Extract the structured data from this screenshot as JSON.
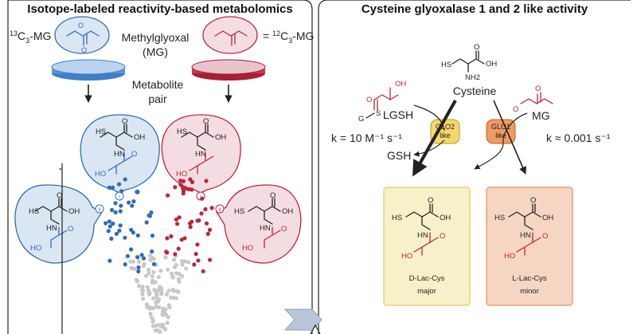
{
  "colors": {
    "blue": "#2f6db3",
    "red": "#b7283c",
    "bubble_blue": "#dbe6f3",
    "bubble_red": "#f4dde2",
    "yellow_box": "#f8f0c8",
    "orange_box": "#f6d6c3",
    "grey_dot": "#c8c8c8"
  },
  "left_panel": {
    "title": "Isotope-labeled reactivity-based metabolomics",
    "label_13c": "13C3-MG =",
    "label_12c": "= 12C3-MG",
    "methylglyoxal": "Methylglyoxal",
    "mg_abbrev": "(MG)",
    "metabolite": "Metabolite",
    "pair": "pair",
    "markers": [
      "I",
      "II",
      "I",
      "II"
    ]
  },
  "right_panel": {
    "title": "Cysteine glyoxalase 1 and 2 like activity",
    "cysteine": "Cysteine",
    "lgsh": "LGSH",
    "mg": "MG",
    "gsh": "GSH",
    "glo2": [
      "GLO2",
      "like"
    ],
    "glo1": [
      "GLO1",
      "like"
    ],
    "rate_left": "k = 10 M⁻¹ s⁻¹",
    "rate_right": "k ≈ 0.001 s⁻¹",
    "product_d": "D-Lac-Cys",
    "product_d_sub": "major",
    "product_l": "L-Lac-Cys",
    "product_l_sub": "minor"
  },
  "chem": {
    "hs": "HS",
    "oh": "OH",
    "ho": "HO",
    "o": "O",
    "n": "N",
    "h": "H",
    "nh2": "NH2",
    "s": "S",
    "g": "G"
  }
}
